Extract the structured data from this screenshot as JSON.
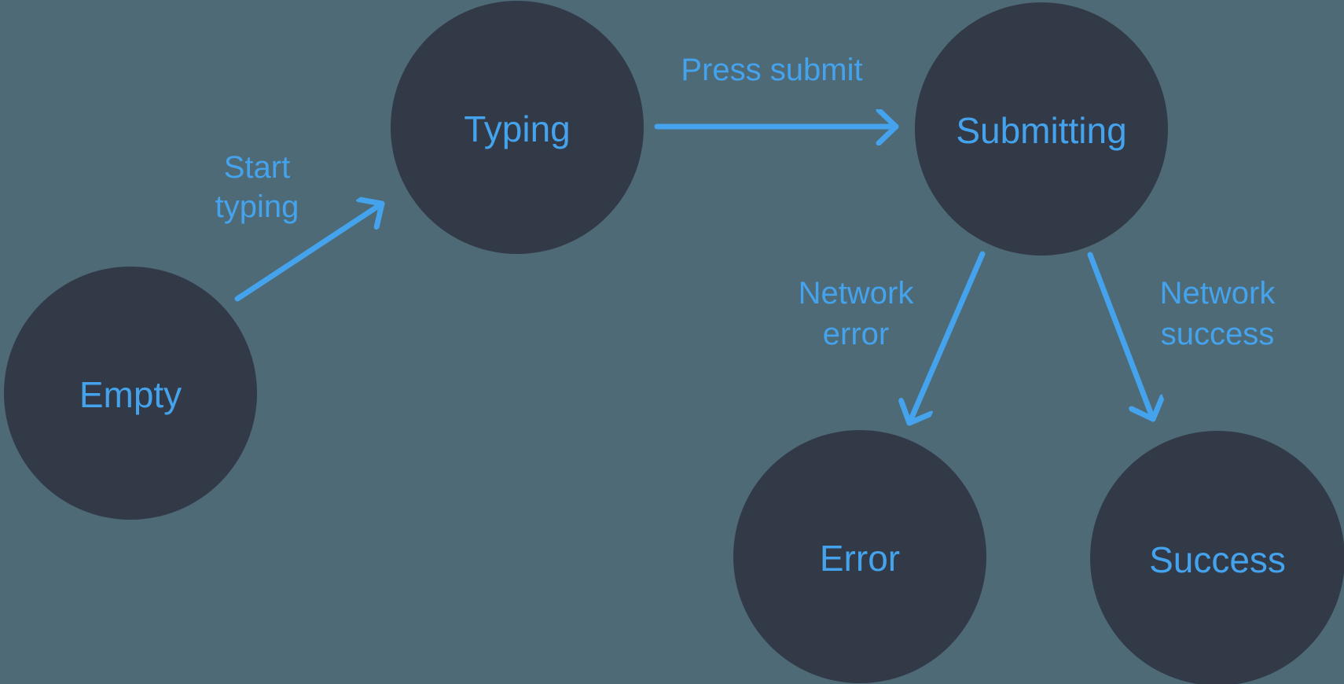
{
  "colors": {
    "background": "#4D6A76",
    "node_fill": "#323947",
    "accent": "#44A3EC"
  },
  "nodes": [
    {
      "id": "empty",
      "label": "Empty"
    },
    {
      "id": "typing",
      "label": "Typing"
    },
    {
      "id": "submitting",
      "label": "Submitting"
    },
    {
      "id": "error",
      "label": "Error"
    },
    {
      "id": "success",
      "label": "Success"
    }
  ],
  "edges": [
    {
      "from": "empty",
      "to": "typing",
      "label": "Start typing",
      "label_lines": [
        "Start",
        "typing"
      ]
    },
    {
      "from": "typing",
      "to": "submitting",
      "label": "Press submit",
      "label_lines": [
        "Press submit"
      ]
    },
    {
      "from": "submitting",
      "to": "error",
      "label": "Network error",
      "label_lines": [
        "Network",
        "error"
      ]
    },
    {
      "from": "submitting",
      "to": "success",
      "label": "Network success",
      "label_lines": [
        "Network",
        "success"
      ]
    }
  ]
}
